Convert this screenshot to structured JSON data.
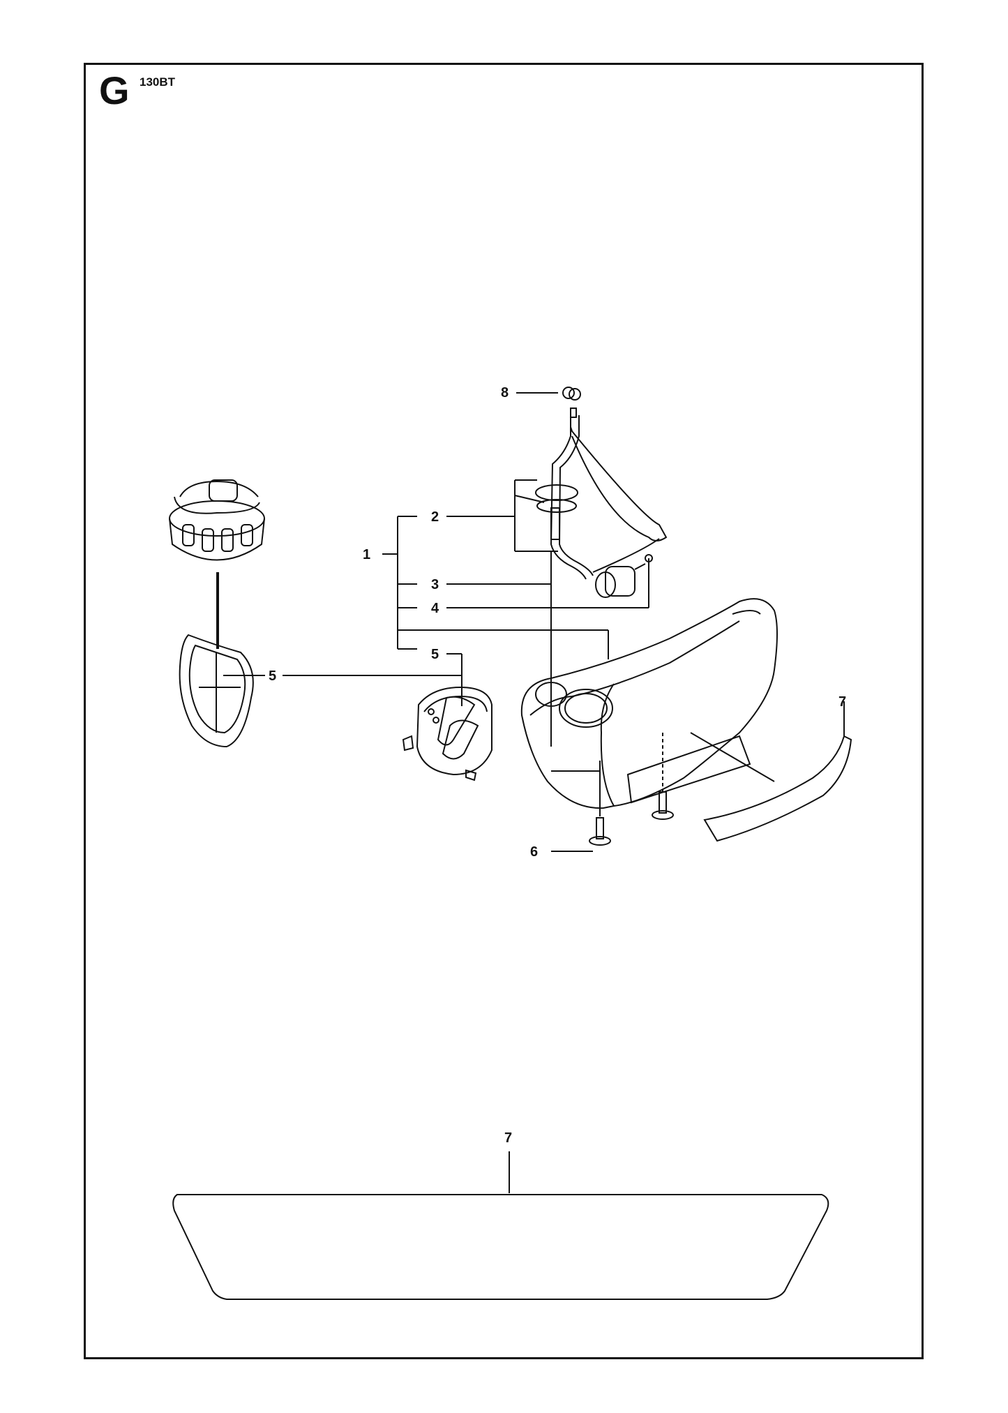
{
  "header": {
    "section_letter": "G",
    "model": "130BT"
  },
  "callouts": {
    "c1": "1",
    "c2": "2",
    "c3": "3",
    "c4": "4",
    "c5_left": "5",
    "c5_assembly": "5",
    "c6": "6",
    "c7_right": "7",
    "c7_bottom": "7",
    "c8": "8"
  }
}
